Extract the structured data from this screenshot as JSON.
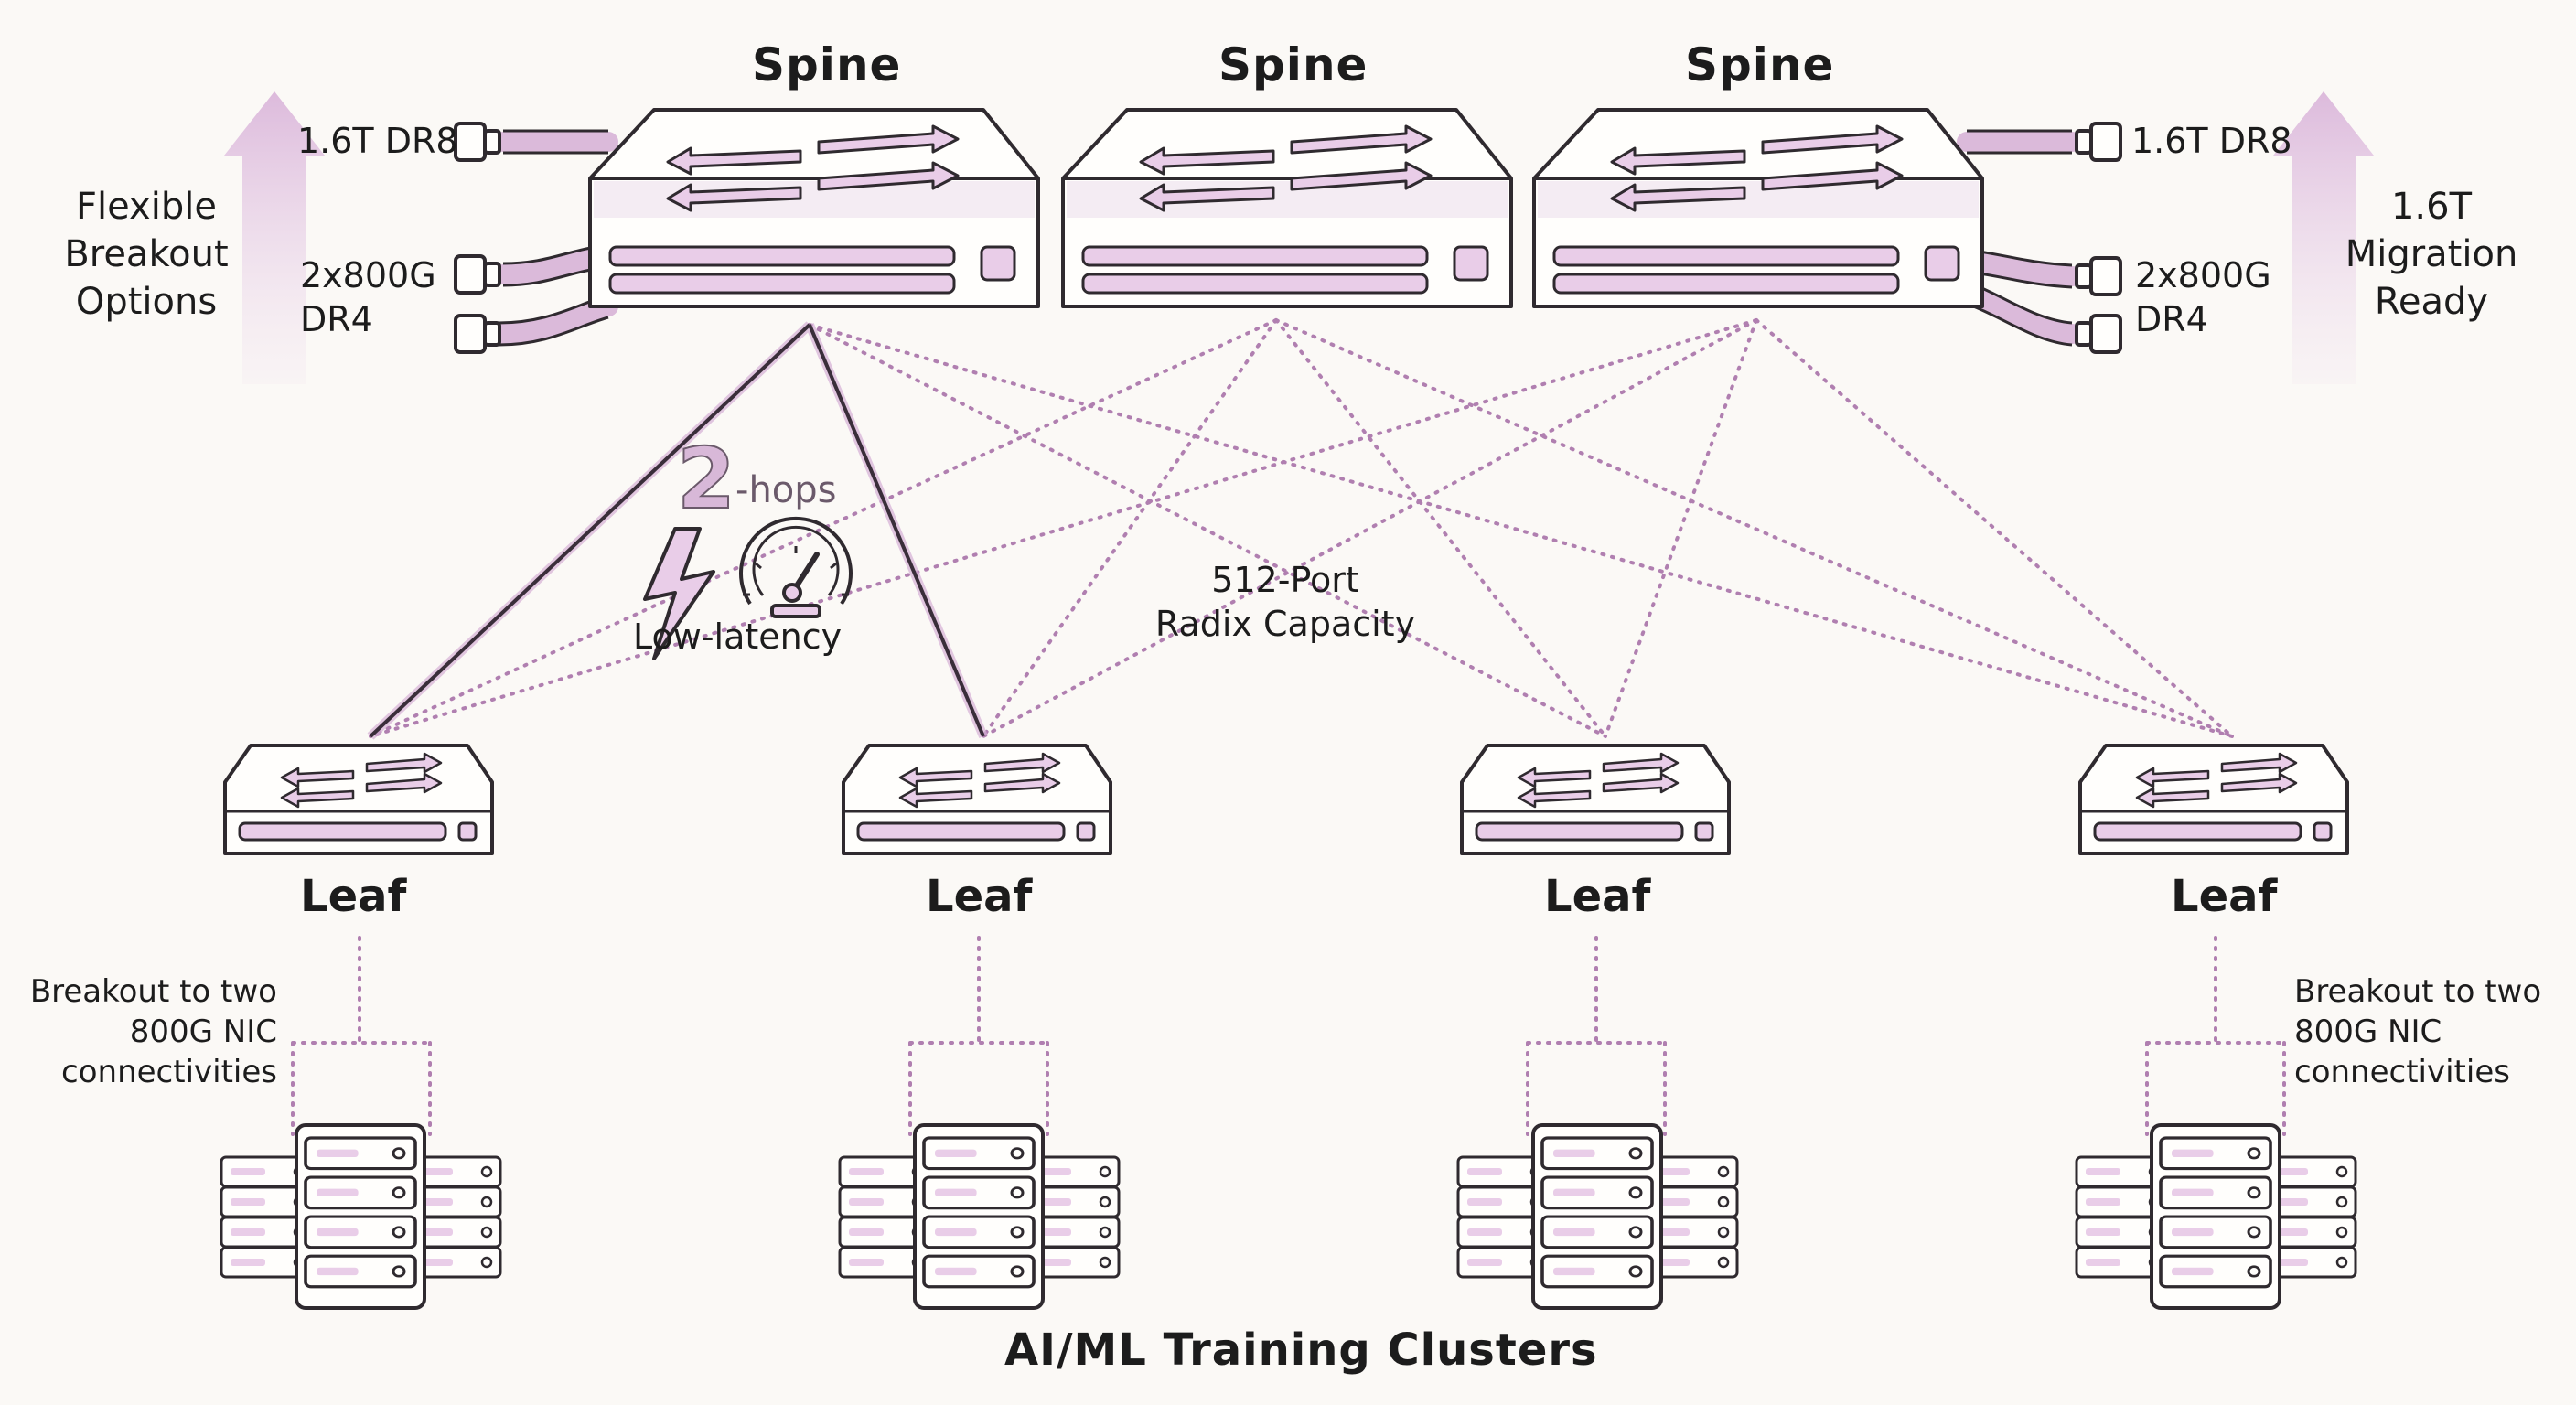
{
  "spine_label": "Spine",
  "leaf_label": "Leaf",
  "footer_title": "AI/ML Training Clusters",
  "left_annotation": {
    "lines": [
      "Flexible",
      "Breakout",
      "Options"
    ],
    "port_1": "1.6T DR8",
    "port_2_lines": [
      "2x800G",
      "DR4"
    ]
  },
  "right_annotation": {
    "lines": [
      "1.6T",
      "Migration",
      "Ready"
    ],
    "port_1": "1.6T DR8",
    "port_2_lines": [
      "2x800G",
      "DR4"
    ]
  },
  "latency": {
    "hop_number": "2",
    "hop_suffix": "-hops",
    "label": "Low-latency"
  },
  "radix": {
    "lines": [
      "512-Port",
      "Radix Capacity"
    ]
  },
  "breakout_note": {
    "lines": [
      "Breakout to two",
      "800G NIC",
      "connectivities"
    ]
  },
  "nodes": {
    "spines": [
      "spine-1",
      "spine-2",
      "spine-3"
    ],
    "leaves": [
      "leaf-1",
      "leaf-2",
      "leaf-3",
      "leaf-4"
    ],
    "server_clusters": [
      "cluster-1",
      "cluster-2",
      "cluster-3",
      "cluster-4"
    ]
  },
  "icons": [
    "lightning-icon",
    "speedometer-icon",
    "arrow-up-icon",
    "switch-arrows-icon",
    "connector-icon",
    "server-icon"
  ],
  "colors": {
    "accent": "#e9d3e9",
    "accent_dark": "#c9a3c9",
    "line": "#3a2e3a",
    "dotted": "#b07fb0",
    "background": "#fbf9f6"
  }
}
